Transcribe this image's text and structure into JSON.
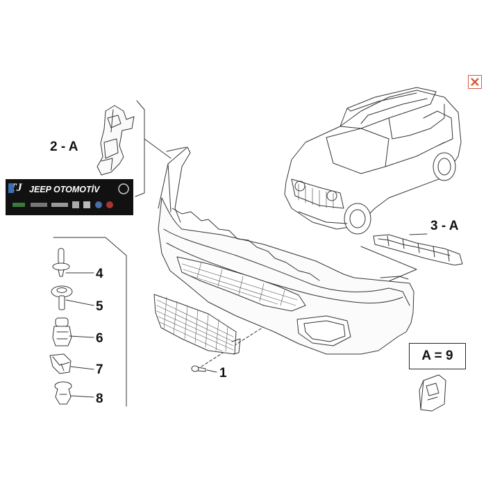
{
  "callouts": {
    "part_1": "1",
    "part_2A": "2 - A",
    "part_3A": "3 - A",
    "part_4": "4",
    "part_5": "5",
    "part_6": "6",
    "part_7": "7",
    "part_8": "8"
  },
  "legend": {
    "text": "A = 9"
  },
  "watermark": {
    "brand": "JEEP OTOMOTİV",
    "monogram": "TJ"
  },
  "close_icon": "close-icon",
  "colors": {
    "line": "#333333",
    "watermark_bg": "#111111",
    "close_border": "#d65a3a",
    "close_x": "#d65a3a"
  }
}
